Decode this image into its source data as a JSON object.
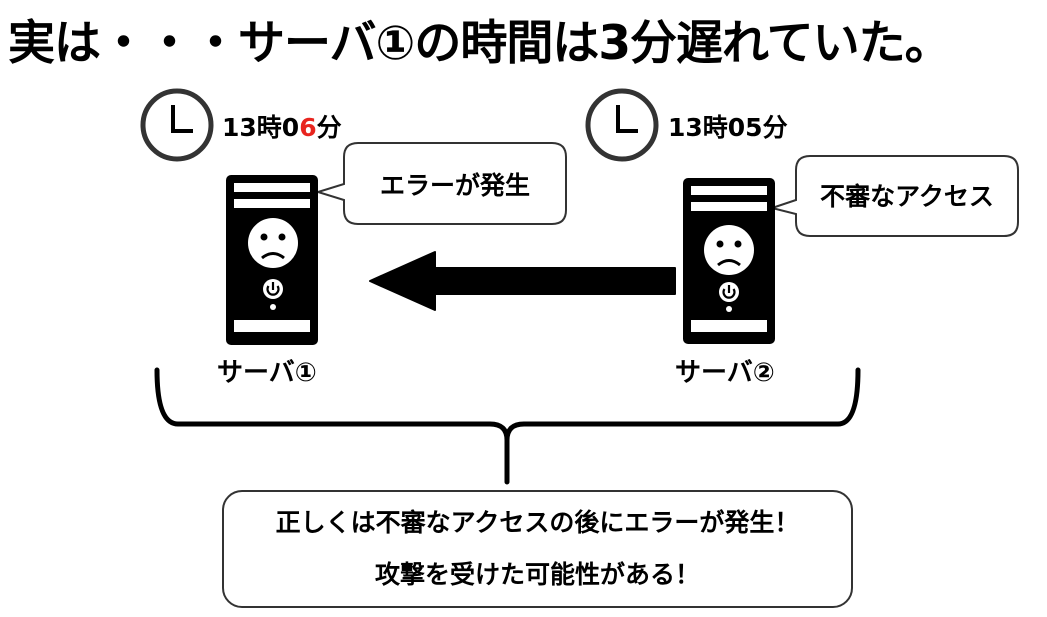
{
  "title": "実は・・・サーバ①の時間は3分遅れていた。",
  "left": {
    "time_prefix": "13時0",
    "time_accent": "6",
    "time_suffix": "分",
    "bubble": "エラーが発生",
    "server_label": "サーバ①"
  },
  "right": {
    "time": "13時05分",
    "bubble": "不審なアクセス",
    "server_label": "サーバ②"
  },
  "conclusion": {
    "line1": "正しくは不審なアクセスの後にエラーが発生！",
    "line2": "攻撃を受けた可能性がある！"
  },
  "colors": {
    "accent": "#e8251f",
    "server": "#000000"
  }
}
